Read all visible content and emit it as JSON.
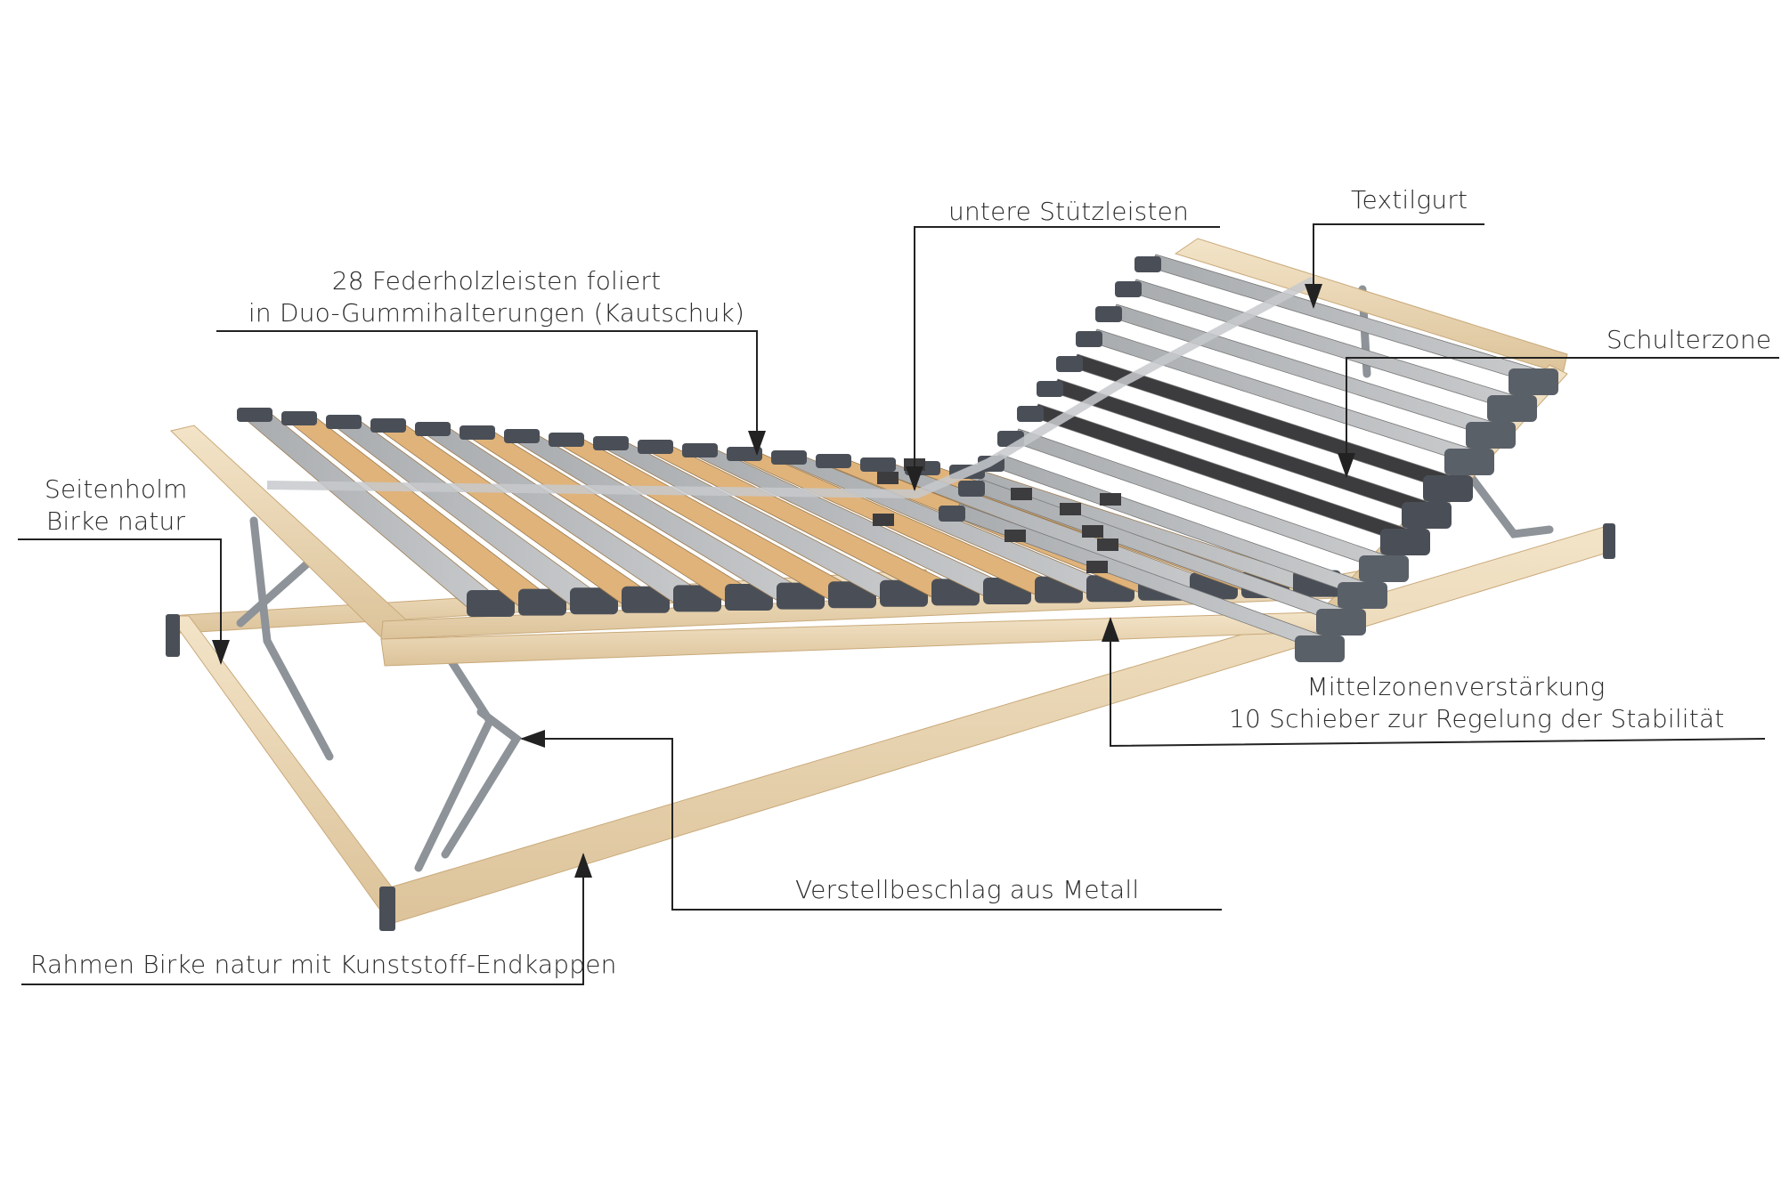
{
  "labels": {
    "slats_line1": "28 Federholzleisten foliert",
    "slats_line2": "in Duo-Gummihalterungen (Kautschuk)",
    "support": "untere Stützleisten",
    "belt": "Textilgurt",
    "shoulder": "Schulterzone",
    "side_line1": "Seitenholm",
    "side_line2": "Birke natur",
    "center_line1": "Mittelzonenverstärkung",
    "center_line2": "10 Schieber zur Regelung der Stabilität",
    "fitting": "Verstellbeschlag aus Metall",
    "frame": "Rahmen Birke natur mit Kunststoff-Endkappen"
  },
  "colors": {
    "wood": "#ead7b6",
    "wood_edge": "#c9a97a",
    "slat_foil": "#b4b6b8",
    "slat_wood": "#e0b37a",
    "slat_dark": "#3c3c3e",
    "cap": "#4a4f57",
    "metal": "#8d9398",
    "line": "#222222",
    "text": "#2b2b2b"
  },
  "product": {
    "slat_count": 28
  }
}
